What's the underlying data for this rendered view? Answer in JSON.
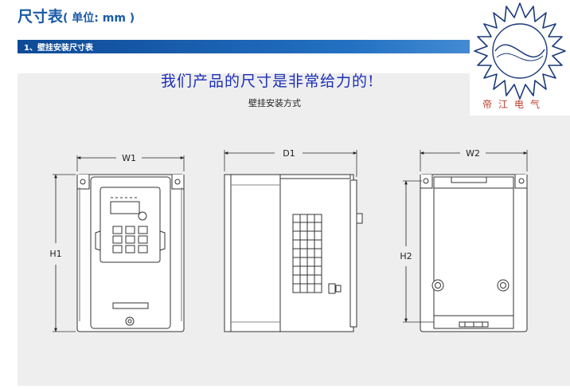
{
  "header": {
    "title": "尺寸表",
    "unit": "( 单位: mm )"
  },
  "section": {
    "label": "1、壁挂安装尺寸表"
  },
  "slogan": "我们产品的尺寸是非常给力的!",
  "drawing": {
    "caption": "壁挂安装方式",
    "dimensions": {
      "w1": "W1",
      "h1": "H1",
      "d1": "D1",
      "w2": "W2",
      "h2": "H2"
    }
  },
  "logo": {
    "text": "帝江电气",
    "colors": {
      "outline": "#1a3a7a",
      "text": "#c0392b"
    }
  },
  "colors": {
    "title": "#1a5ba8",
    "section_bar": "#1a5ba8",
    "slogan": "#1d2fb8",
    "panel": "#eeeeee"
  }
}
